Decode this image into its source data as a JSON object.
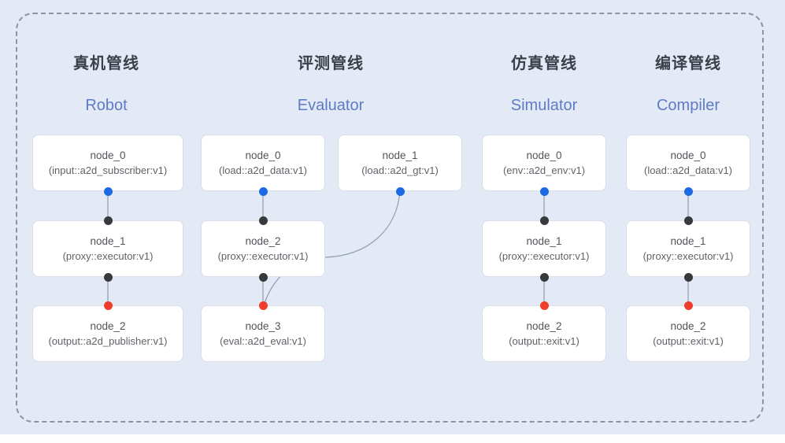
{
  "diagram": {
    "frame": "dashed rounded container",
    "colors": {
      "background": "#e4e9f6",
      "dashed_border": "#8d93a1",
      "node_background": "#ffffff",
      "node_border": "#d8dde8",
      "edge_line": "#93a0b4",
      "port_output_blue": "#1e6ae4",
      "port_intermediate_dark": "#37393c",
      "port_input_red": "#ef3d2b",
      "title_chinese": "#3a4049",
      "title_english": "#5d7bc7",
      "node_text": "#515459"
    },
    "pipelines": [
      {
        "title_cn": "真机管线",
        "title_en": "Robot",
        "nodes": [
          {
            "name": "node_0",
            "type": "(input::a2d_subscriber:v1)"
          },
          {
            "name": "node_1",
            "type": "(proxy::executor:v1)"
          },
          {
            "name": "node_2",
            "type": "(output::a2d_publisher:v1)"
          }
        ],
        "edges": [
          "node_0 -> node_1",
          "node_1 -> node_2"
        ]
      },
      {
        "title_cn": "评测管线",
        "title_en": "Evaluator",
        "nodes": [
          {
            "name": "node_0",
            "type": "(load::a2d_data:v1)"
          },
          {
            "name": "node_1",
            "type": "(load::a2d_gt:v1)"
          },
          {
            "name": "node_2",
            "type": "(proxy::executor:v1)"
          },
          {
            "name": "node_3",
            "type": "(eval::a2d_eval:v1)"
          }
        ],
        "edges": [
          "node_0 -> node_2",
          "node_1 -> node_3",
          "node_2 -> node_3"
        ]
      },
      {
        "title_cn": "仿真管线",
        "title_en": "Simulator",
        "nodes": [
          {
            "name": "node_0",
            "type": "(env::a2d_env:v1)"
          },
          {
            "name": "node_1",
            "type": "(proxy::executor:v1)"
          },
          {
            "name": "node_2",
            "type": "(output::exit:v1)"
          }
        ],
        "edges": [
          "node_0 -> node_1",
          "node_1 -> node_2"
        ]
      },
      {
        "title_cn": "编译管线",
        "title_en": "Compiler",
        "nodes": [
          {
            "name": "node_0",
            "type": "(load::a2d_data:v1)"
          },
          {
            "name": "node_1",
            "type": "(proxy::executor:v1)"
          },
          {
            "name": "node_2",
            "type": "(output::exit:v1)"
          }
        ],
        "edges": [
          "node_0 -> node_1",
          "node_1 -> node_2"
        ]
      }
    ]
  }
}
